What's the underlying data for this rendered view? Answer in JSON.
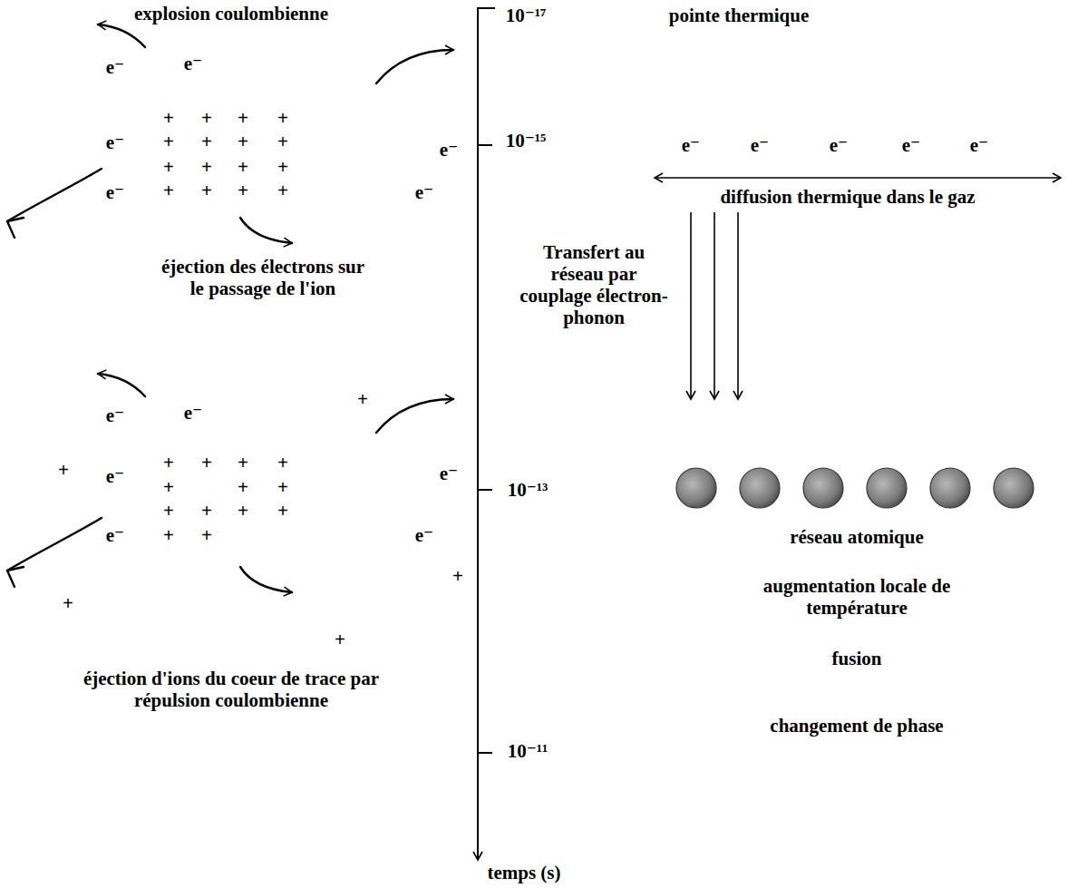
{
  "diagram": {
    "labels": [
      "explosion coulombienne",
      "e⁻",
      "e⁻",
      "e⁻",
      "e⁻",
      "e⁻",
      "e⁻",
      "+",
      "+",
      "+",
      "+",
      "+",
      "+",
      "+",
      "+",
      "+",
      "+",
      "+",
      "+",
      "+",
      "+",
      "+",
      "+",
      "éjection des électrons sur le passage de l'ion",
      "e⁻",
      "e⁻",
      "+",
      "+",
      "e⁻",
      "e⁻",
      "e⁻",
      "e⁻",
      "+",
      "+",
      "+",
      "+",
      "+",
      "+",
      "+",
      "+",
      "+",
      "+",
      "+",
      "+",
      "+",
      "+",
      "+",
      "+",
      "éjection d'ions du coeur de trace par répulsion coulombienne",
      "10⁻¹⁷",
      "pointe thermique",
      "10⁻¹⁵",
      "e⁻",
      "e⁻",
      "e⁻",
      "e⁻",
      "e⁻",
      "diffusion thermique dans le gaz",
      "Transfert au réseau par couplage électron-phonon",
      "10⁻¹³",
      "réseau atomique",
      "augmentation locale de température",
      "fusion",
      "changement de phase",
      "10⁻¹¹",
      "temps (s)"
    ]
  }
}
